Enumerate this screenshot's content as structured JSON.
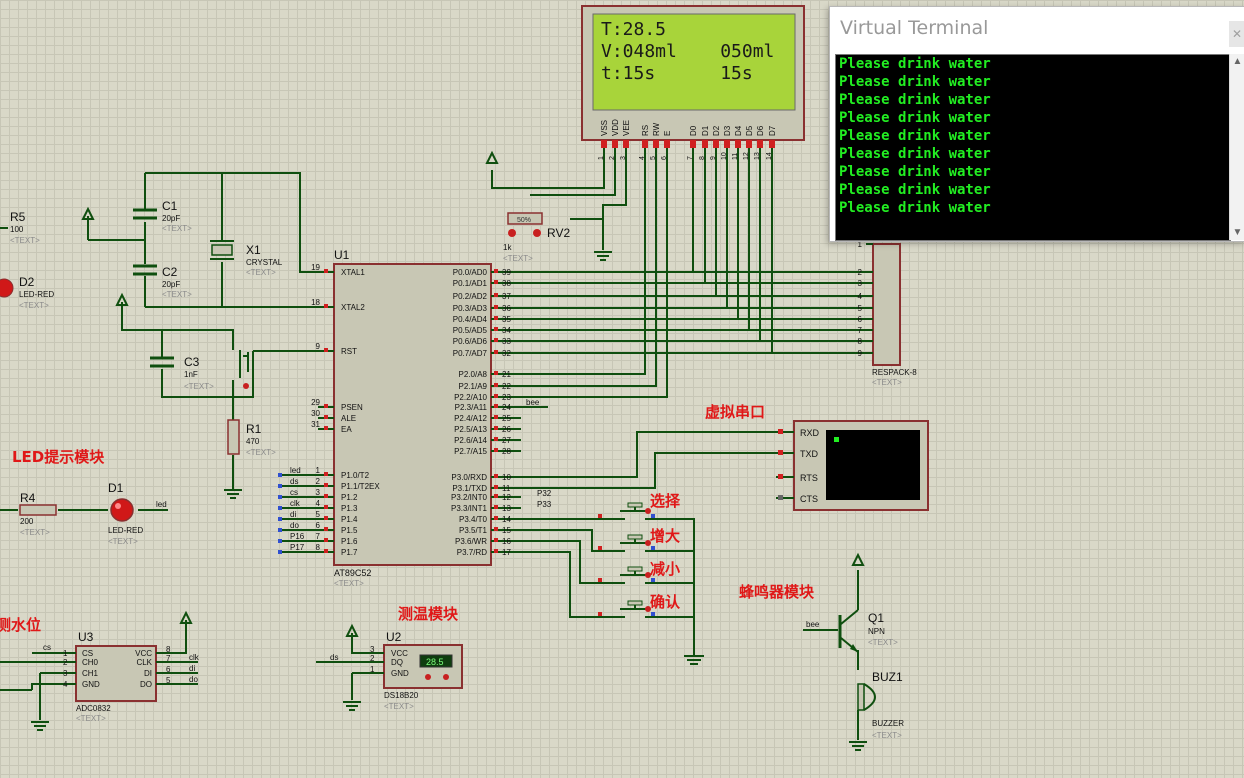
{
  "terminal": {
    "title": "Virtual Terminal",
    "lines": [
      "Please drink water",
      "Please drink water",
      "Please drink water",
      "Please drink water",
      "Please drink water",
      "Please drink water",
      "Please drink water",
      "Please drink water",
      "Please drink water"
    ]
  },
  "lcd": {
    "lines": [
      "T:28.5",
      "V:048ml    050ml",
      "t:15s      15s"
    ],
    "pin_labels": [
      "VSS",
      "VDD",
      "VEE",
      "RS",
      "RW",
      "E",
      "D0",
      "D1",
      "D2",
      "D3",
      "D4",
      "D5",
      "D6",
      "D7"
    ],
    "pin_numbers": [
      "1",
      "2",
      "3",
      "4",
      "5",
      "6",
      "7",
      "8",
      "9",
      "10",
      "11",
      "12",
      "13",
      "14"
    ]
  },
  "labels": {
    "led_module": "LED提示模块",
    "water_level": "测水位",
    "temp_module": "测温模块",
    "virtual_serial": "虚拟串口",
    "buzzer_module": "蜂鸣器模块",
    "btn_select": "选择",
    "btn_increase": "增大",
    "btn_decrease": "减小",
    "btn_confirm": "确认"
  },
  "components": {
    "mcu": {
      "ref": "U1",
      "part": "AT89C52",
      "left_pins": [
        {
          "num": "19",
          "name": "XTAL1"
        },
        {
          "num": "18",
          "name": "XTAL2"
        },
        {
          "num": "9",
          "name": "RST"
        },
        {
          "num": "29",
          "name": "PSEN"
        },
        {
          "num": "30",
          "name": "ALE"
        },
        {
          "num": "31",
          "name": "EA"
        },
        {
          "num": "1",
          "name": "P1.0/T2"
        },
        {
          "num": "2",
          "name": "P1.1/T2EX"
        },
        {
          "num": "3",
          "name": "P1.2"
        },
        {
          "num": "4",
          "name": "P1.3"
        },
        {
          "num": "5",
          "name": "P1.4"
        },
        {
          "num": "6",
          "name": "P1.5"
        },
        {
          "num": "7",
          "name": "P1.6"
        },
        {
          "num": "8",
          "name": "P1.7"
        }
      ],
      "right_pins": [
        {
          "num": "39",
          "name": "P0.0/AD0"
        },
        {
          "num": "38",
          "name": "P0.1/AD1"
        },
        {
          "num": "37",
          "name": "P0.2/AD2"
        },
        {
          "num": "36",
          "name": "P0.3/AD3"
        },
        {
          "num": "35",
          "name": "P0.4/AD4"
        },
        {
          "num": "34",
          "name": "P0.5/AD5"
        },
        {
          "num": "33",
          "name": "P0.6/AD6"
        },
        {
          "num": "32",
          "name": "P0.7/AD7"
        },
        {
          "num": "21",
          "name": "P2.0/A8"
        },
        {
          "num": "22",
          "name": "P2.1/A9"
        },
        {
          "num": "23",
          "name": "P2.2/A10"
        },
        {
          "num": "24",
          "name": "P2.3/A11"
        },
        {
          "num": "25",
          "name": "P2.4/A12"
        },
        {
          "num": "26",
          "name": "P2.5/A13"
        },
        {
          "num": "27",
          "name": "P2.6/A14"
        },
        {
          "num": "28",
          "name": "P2.7/A15"
        },
        {
          "num": "10",
          "name": "P3.0/RXD"
        },
        {
          "num": "11",
          "name": "P3.1/TXD"
        },
        {
          "num": "12",
          "name": "P3.2/INT0"
        },
        {
          "num": "13",
          "name": "P3.3/INT1"
        },
        {
          "num": "14",
          "name": "P3.4/T0"
        },
        {
          "num": "15",
          "name": "P3.5/T1"
        },
        {
          "num": "16",
          "name": "P3.6/WR"
        },
        {
          "num": "17",
          "name": "P3.7/RD"
        }
      ],
      "net_labels": [
        "led",
        "ds",
        "cs",
        "clk",
        "di",
        "do",
        "P16",
        "P17"
      ]
    },
    "c1": {
      "ref": "C1",
      "value": "20pF"
    },
    "c2": {
      "ref": "C2",
      "value": "20pF"
    },
    "c3": {
      "ref": "C3",
      "value": "1nF"
    },
    "x1": {
      "ref": "X1",
      "value": "CRYSTAL"
    },
    "r1": {
      "ref": "R1",
      "value": "470"
    },
    "r4": {
      "ref": "R4",
      "value": "200"
    },
    "r5": {
      "ref": "R5",
      "value": "100"
    },
    "d1": {
      "ref": "D1",
      "value": "LED-RED"
    },
    "d2": {
      "ref": "D2",
      "value": "LED-RED"
    },
    "rv2": {
      "ref": "RV2",
      "value": "1k",
      "pct": "50%"
    },
    "respack": {
      "part": "RESPACK-8",
      "pins": [
        "1",
        "2",
        "3",
        "4",
        "5",
        "6",
        "7",
        "8",
        "9"
      ]
    },
    "u3": {
      "ref": "U3",
      "part": "ADC0832",
      "left_pins": [
        {
          "num": "1",
          "name": "CS"
        },
        {
          "num": "2",
          "name": "CH0"
        },
        {
          "num": "3",
          "name": "CH1"
        },
        {
          "num": "4",
          "name": "GND"
        }
      ],
      "right_pins": [
        {
          "num": "8",
          "name": "VCC"
        },
        {
          "num": "7",
          "name": "CLK"
        },
        {
          "num": "6",
          "name": "DI"
        },
        {
          "num": "5",
          "name": "DO"
        }
      ],
      "net_labels": [
        "cs",
        "clk",
        "di",
        "do"
      ]
    },
    "u2": {
      "ref": "U2",
      "part": "DS18B20",
      "pins": [
        {
          "num": "3",
          "name": "VCC"
        },
        {
          "num": "2",
          "name": "DQ"
        },
        {
          "num": "1",
          "name": "GND"
        }
      ],
      "display": "28.5",
      "net": "ds"
    },
    "q1": {
      "ref": "Q1",
      "part": "NPN",
      "net": "bee"
    },
    "buz1": {
      "ref": "BUZ1",
      "part": "BUZZER"
    },
    "vterm": {
      "pins": [
        "RXD",
        "TXD",
        "RTS",
        "CTS"
      ]
    },
    "nets": {
      "bee": "bee",
      "led": "led",
      "p32": "P32",
      "p33": "P33"
    },
    "text_placeholder": "<TEXT>"
  }
}
